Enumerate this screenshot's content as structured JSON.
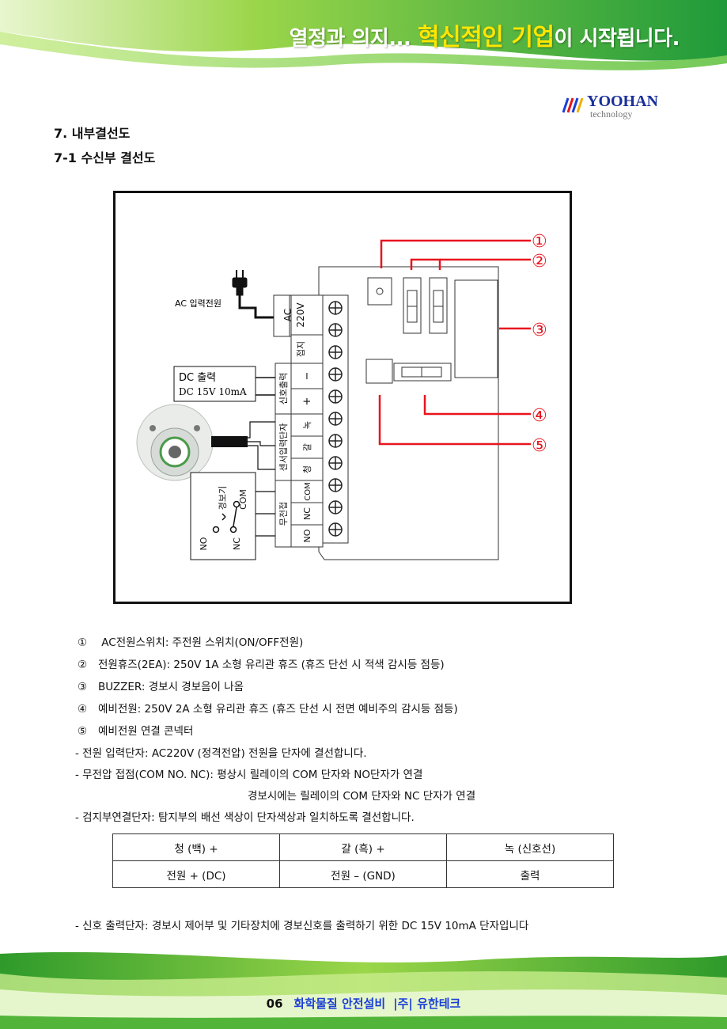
{
  "header": {
    "tagline_pre": "열정과 의지... ",
    "tagline_highlight": "혁신적인 기업",
    "tagline_post": "이 시작됩니다.",
    "logo_text": "YOOHAN",
    "logo_sub": "technology"
  },
  "section": {
    "title": "7. 내부결선도",
    "subtitle": "7-1 수신부 결선도"
  },
  "diagram": {
    "ac_input_label": "AC 입력전원",
    "dc_output_title": "DC 출력",
    "dc_output_spec": "DC 15V 10mA",
    "strip_ac": "AC",
    "strip_220v": "220V",
    "strip_ground": "접지",
    "strip_signal": "신호출력",
    "strip_minus": "−",
    "strip_plus": "+",
    "strip_sensor": "센서입력단자",
    "strip_green": "녹",
    "strip_brown": "갈",
    "strip_blue": "청",
    "strip_dry_contact": "무전접",
    "strip_com": "COM",
    "strip_nc": "NC",
    "strip_no": "NO",
    "alarm_label": "경보기",
    "alarm_com": "COM",
    "alarm_no": "NO",
    "alarm_nc": "NC",
    "callouts": [
      "①",
      "②",
      "③",
      "④",
      "⑤"
    ]
  },
  "descriptions": [
    {
      "num": "①",
      "text": " AC전원스위치: 주전원 스위치(ON/OFF전원)"
    },
    {
      "num": "②",
      "text": "전원휴즈(2EA): 250V 1A 소형 유리관 휴즈 (휴즈 단선 시 적색 감시등 점등)"
    },
    {
      "num": "③",
      "text": "BUZZER: 경보시 경보음이 나옴"
    },
    {
      "num": "④",
      "text": "예비전원: 250V 2A 소형 유리관 휴즈 (휴즈 단선 시 전면 예비주의 감시등 점등)"
    },
    {
      "num": "⑤",
      "text": "예비전원 연결 콘넥터"
    }
  ],
  "notes": {
    "power_input": "- 전원 입력단자: AC220V (정격전압) 전원을 단자에 결선합니다.",
    "dry_contact_1": "- 무전압 접점(COM NO. NC): 평상시 릴레이의 COM 단자와 NO단자가 연결",
    "dry_contact_2": "경보시에는 릴레이의 COM 단자와 NC 단자가 연결",
    "detector": "- 검지부연결단자: 탐지부의 배선 색상이 단자색상과 일치하도록 결선합니다.",
    "signal_output": "- 신호 출력단자: 경보시 제어부 및 기타장치에 경보신호를 출력하기 위한 DC 15V 10mA 단자입니다"
  },
  "wire_table": {
    "rows": [
      [
        "청 (백) +",
        "갈 (흑) +",
        "녹 (신호선)"
      ],
      [
        "전원 + (DC)",
        "전원 – (GND)",
        "출력"
      ]
    ]
  },
  "footer": {
    "page": "06",
    "product": "화학물질 안전설비",
    "company": "|주| 유한테크"
  },
  "colors": {
    "green_dark": "#2e9a2a",
    "green_light": "#9bd64a",
    "callout_red": "#e8141e",
    "footer_blue": "#1a3fd6"
  }
}
